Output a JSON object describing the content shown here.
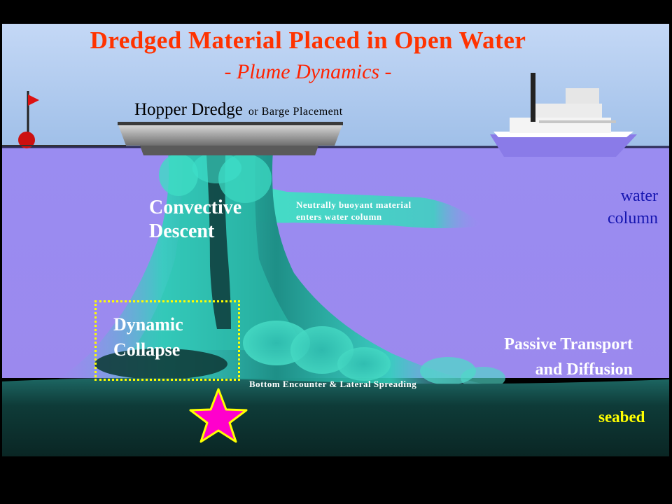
{
  "title": "Dredged Material Placed in Open Water",
  "subtitle": "- Plume Dynamics -",
  "placement": {
    "main": "Hopper Dredge",
    "secondary": "or  Barge  Placement"
  },
  "labels": {
    "convective_line1": "Convective",
    "convective_line2": "Descent",
    "neutral_line1": "Neutrally buoyant material",
    "neutral_line2": "enters water column",
    "water_line1": "water",
    "water_line2": "column",
    "dynamic_line1": "Dynamic",
    "dynamic_line2": "Collapse",
    "passive_line1": "Passive Transport",
    "passive_line2": "and Diffusion",
    "bottom": "Bottom Encounter & Lateral Spreading",
    "seabed": "seabed"
  },
  "colors": {
    "sky": "#a6c2ea",
    "water": "#9d8cf0",
    "plume": "#2ed7bf",
    "seabed": "#0f3f3c",
    "title": "#ff3300",
    "star": "#ff00cc",
    "highlight": "#ffff00"
  }
}
